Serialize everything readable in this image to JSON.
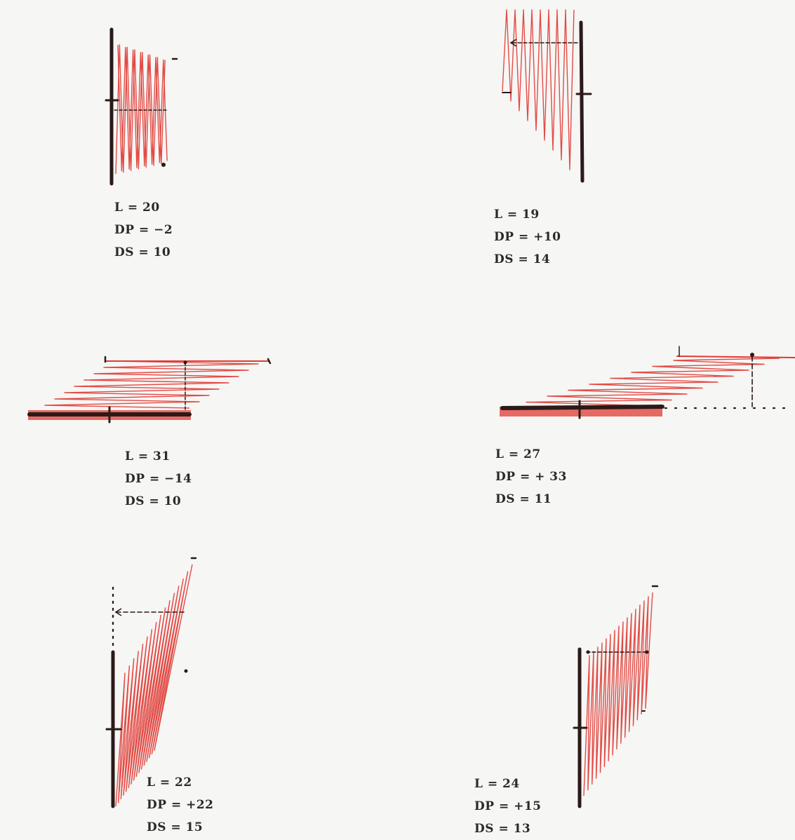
{
  "colors": {
    "background": "#f6f6f4",
    "stroke_red": "#e03a34",
    "bar_dark": "#2a1a18",
    "text": "#2a2a2a"
  },
  "panels": [
    {
      "id": "p1",
      "lines": [
        "L = 20",
        "DP = −2",
        "DS = 10"
      ]
    },
    {
      "id": "p2",
      "lines": [
        "L = 19",
        "DP = +10",
        "DS = 14"
      ]
    },
    {
      "id": "p3",
      "lines": [
        "L = 31",
        "DP = −14",
        "DS = 10"
      ]
    },
    {
      "id": "p4",
      "lines": [
        "L = 27",
        "DP = + 33",
        "DS = 11"
      ]
    },
    {
      "id": "p5",
      "lines": [
        "L = 22",
        "DP = +22",
        "DS = 15"
      ]
    },
    {
      "id": "p6",
      "lines": [
        "L = 24",
        "DP = +15",
        "DS = 13"
      ]
    }
  ]
}
